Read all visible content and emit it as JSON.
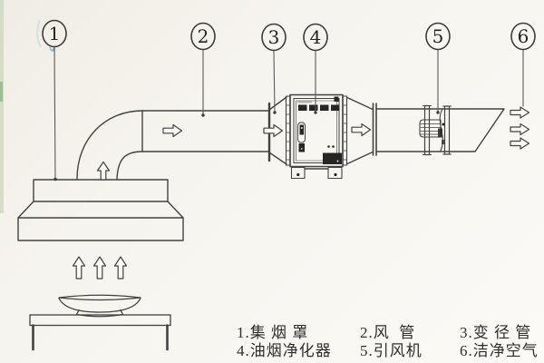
{
  "colors": {
    "background": "#f6f4ee",
    "line": "#424242",
    "leader_line": "#5a5a5a",
    "dark_fill": "#262626",
    "scan_artifact_green": "#c2d4b4",
    "scan_artifact_blue": "#6f9fd8"
  },
  "callouts": [
    {
      "number": "1"
    },
    {
      "number": "2"
    },
    {
      "number": "3"
    },
    {
      "number": "4"
    },
    {
      "number": "5"
    },
    {
      "number": "6"
    }
  ],
  "legend": {
    "rows": [
      [
        "1.集 烟 罩",
        "2.风  管",
        "3.变 径 管"
      ],
      [
        "4.油烟净化器",
        "5.引风机",
        "6.洁净空气"
      ]
    ]
  }
}
